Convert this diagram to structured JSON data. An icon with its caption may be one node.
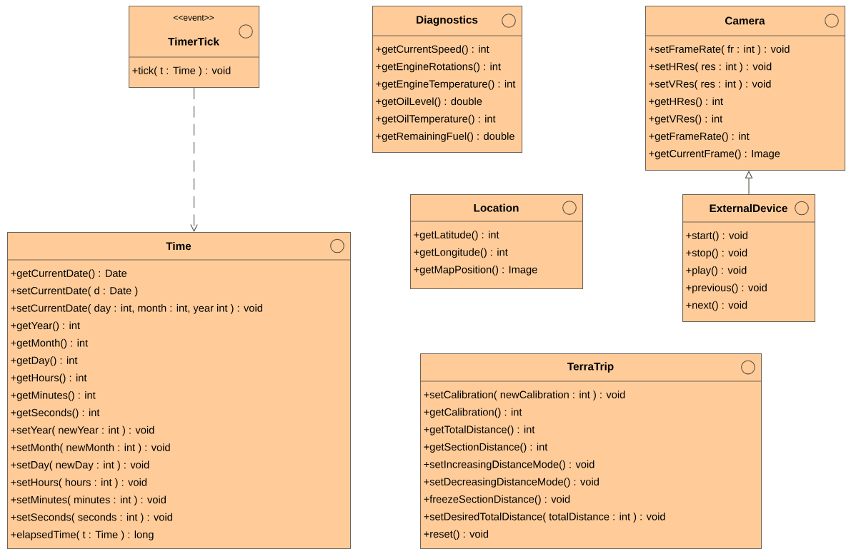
{
  "diagram": {
    "nodes": [
      {
        "text": [
          "<<event>>",
          "TimerTick",
          "+tick( t : Time ) : void"
        ]
      },
      {
        "text": [
          "Diagnostics",
          "+getCurrentSpeed() : int",
          "+getEngineRotations() : int",
          "+getEngineTemperature() : int",
          "+getOilLevel() : double",
          "+getOilTemperature() : int",
          "+getRemainingFuel() : double"
        ]
      },
      {
        "text": [
          "Camera",
          "+setFrameRate( fr : int ) : void",
          "+setHRes( res : int ) : void",
          "+setVRes( res : int ) : void",
          "+getHRes() : int",
          "+getVRes() : int",
          "+getFrameRate() : int",
          "+getCurrentFrame() : Image"
        ]
      },
      {
        "text": [
          "Location",
          "+getLatitude() : int",
          "+getLongitude() : int",
          "+getMapPosition() : Image"
        ]
      },
      {
        "text": [
          "ExternalDevice",
          "+start() : void",
          "+stop() : void",
          "+play() : void",
          "+previous() : void",
          "+next() : void"
        ]
      },
      {
        "text": [
          "Time",
          "+getCurrentDate() : Date",
          "+setCurrentDate( d : Date )",
          "+setCurrentDate( day : int, month : int, year int ) : void",
          "+getYear() : int",
          "+getMonth() : int",
          "+getDay() : int",
          "+getHours() : int",
          "+getMinutes() : int",
          "+getSeconds() : int",
          "+setYear( newYear : int ) : void",
          "+setMonth( newMonth : int ) : void",
          "+setDay( newDay : int ) : void",
          "+setHours( hours : int ) : void",
          "+setMinutes( minutes : int ) : void",
          "+setSeconds( seconds : int ) : void",
          "+elapsedTime( t : Time ) : long"
        ]
      },
      {
        "text": [
          "TerraTrip",
          "+setCalibration( newCalibration : int ) : void",
          "+getCalibration() : int",
          "+getTotalDistance() : int",
          "+getSectionDistance() : int",
          "+setIncreasingDistanceMode() : void",
          "+setDecreasingDistanceMode() : void",
          "+freezeSectionDistance() : void",
          "+setDesiredTotalDistance( totalDistance : int ) : void",
          "+reset() : void"
        ]
      }
    ],
    "edges": [
      {
        "from": 0,
        "to": 5,
        "arrow": "to",
        "style": "dashed"
      },
      {
        "from": 4,
        "to": 2,
        "arrow": "to"
      }
    ]
  }
}
